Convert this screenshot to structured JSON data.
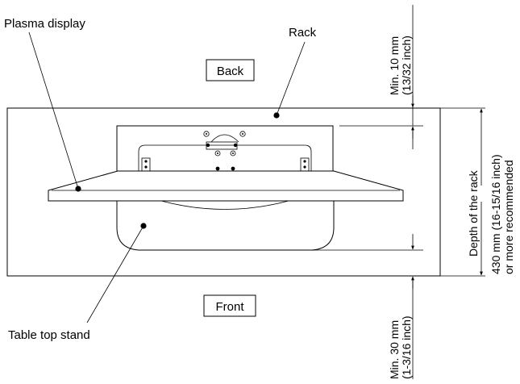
{
  "labels": {
    "plasma_display": "Plasma display",
    "rack": "Rack",
    "back": "Back",
    "front": "Front",
    "table_top_stand": "Table top stand"
  },
  "dimensions": {
    "min_top_line1": "Min. 10 mm",
    "min_top_line2": "(13/32 inch)",
    "min_bottom_line1": "Min. 30 mm",
    "min_bottom_line2": "(1-3/16 inch)",
    "depth_line1": "Depth of the rack",
    "depth_line2": "430 mm (16-15/16 inch)",
    "depth_line3": "or more recommended"
  }
}
